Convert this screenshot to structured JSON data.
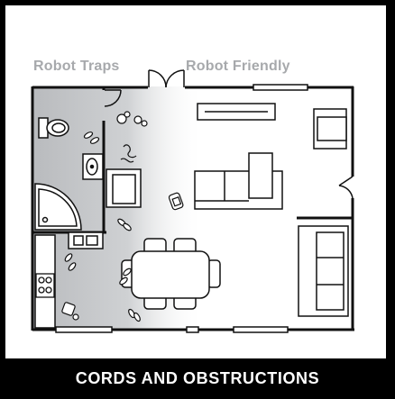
{
  "labels": {
    "robot_traps": "Robot Traps",
    "robot_friendly": "Robot Friendly"
  },
  "footer": {
    "title": "CORDS AND OBSTRUCTIONS"
  },
  "colors": {
    "frame": "#000000",
    "background": "#ffffff",
    "trap_zone_shade": "#b9bbbe",
    "label_gray": "#a7a9ac",
    "wall": "#111111"
  }
}
